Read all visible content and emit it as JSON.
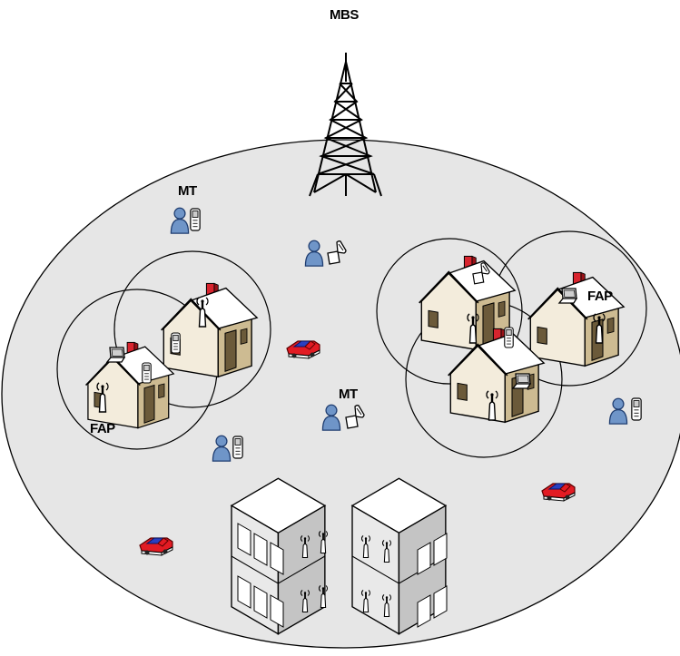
{
  "labels": {
    "mbs": "MBS",
    "mt_top": "MT",
    "mt_center": "MT",
    "fap_left": "FAP",
    "fap_right": "FAP"
  },
  "colors": {
    "coverage_fill": "#e6e6e6",
    "house_wall": "#f3ecdc",
    "house_wall_shade": "#b9a67e",
    "chimney": "#d8242e",
    "car_red": "#e21b23",
    "car_blue": "#2a3fc0",
    "user_blue": "#6f95c8",
    "building_gray": "#d4d4d4",
    "building_dark": "#8a8a8a"
  },
  "icons": {
    "tower": "lattice-tower-icon",
    "house": "house-icon",
    "building": "office-building-icon",
    "user": "user-icon",
    "phone": "mobile-phone-icon",
    "laptop": "laptop-icon",
    "femto_ap": "antenna-icon",
    "car": "car-icon"
  }
}
